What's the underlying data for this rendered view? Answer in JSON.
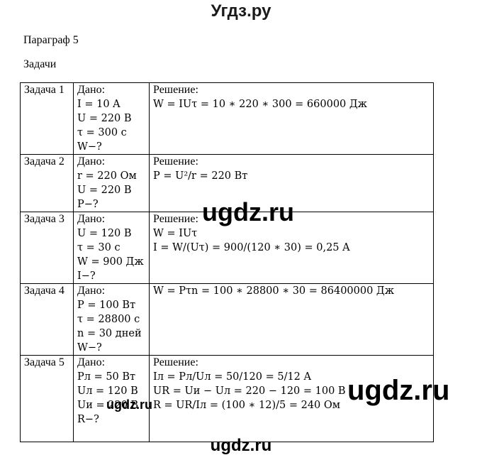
{
  "header": {
    "site_title": "Угдз.ру"
  },
  "paragraph_label": "Параграф 5",
  "section_label": "Задачи",
  "tasks": [
    {
      "name": "Задача 1",
      "given_label": "Дано:",
      "given": [
        "I = 10 A",
        "U = 220 B",
        "τ = 300 с",
        "W−?"
      ],
      "solution_label": "Решение:",
      "solution": [
        "W = IUτ = 10 ∗ 220 ∗ 300 = 660000 Дж"
      ]
    },
    {
      "name": "Задача 2",
      "given_label": "Дано:",
      "given": [
        "r = 220 Ом",
        "U = 220 B",
        "P−?"
      ],
      "solution_label": "Решение:",
      "solution": [
        "P = U²/r = 220 Вт"
      ]
    },
    {
      "name": "Задача 3",
      "given_label": "Дано:",
      "given": [
        "U = 120 B",
        "τ = 30 с",
        "W = 900 Дж",
        "I−?"
      ],
      "solution_label": "Решение:",
      "solution": [
        "W = IUτ",
        "I = W/(Uτ) = 900/(120 ∗ 30) = 0,25 A"
      ]
    },
    {
      "name": "Задача 4",
      "given_label": "Дано:",
      "given": [
        "P = 100 Вт",
        "τ = 28800 с",
        "n = 30 дней",
        "W−?"
      ],
      "solution_label": "",
      "solution": [
        "W = Pτn = 100 ∗ 28800 ∗ 30 = 86400000 Дж"
      ]
    },
    {
      "name": "Задача 5",
      "given_label": "Дано:",
      "given": [
        "Pл = 50 Вт",
        "Uл = 120 B",
        "Uи = 220 B",
        "R−?"
      ],
      "solution_label": "Решение:",
      "solution": [
        "Iл = Pл/Uл = 50/120 = 5/12 A",
        "UR = Uи − Uл = 220 − 120 = 100 B",
        "R = UR/Iл = (100 ∗ 12)/5 = 240 Ом"
      ]
    }
  ],
  "watermarks": {
    "center": "ugdz.ru",
    "right": "ugdz.ru",
    "small": "ugdz.ru",
    "footer": "ugdz.ru"
  }
}
